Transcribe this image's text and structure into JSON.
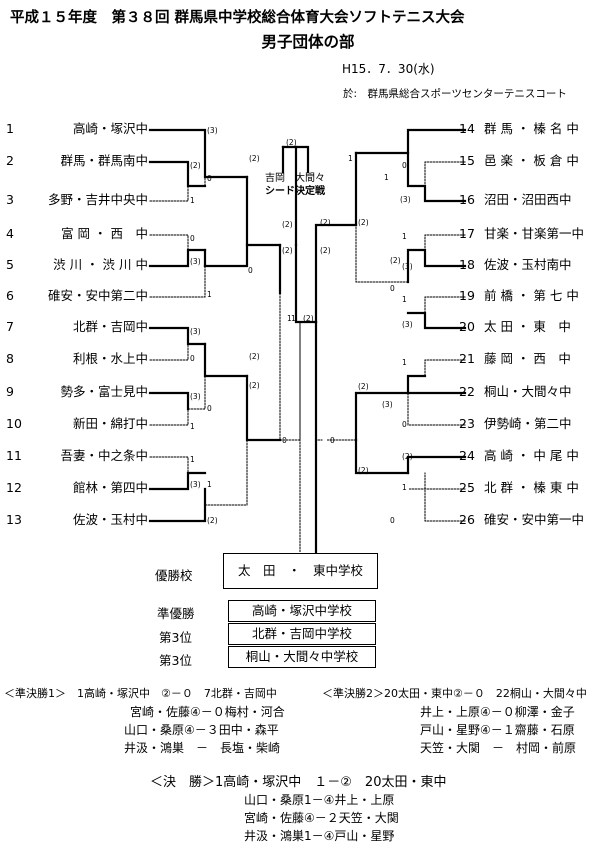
{
  "header": {
    "title": "平成１５年度　第３８回 群馬県中学校総合体育大会ソフトテニス大会",
    "subtitle": "男子団体の部",
    "date": "H15．7．30(水)",
    "venue": "於:　群馬県総合スポーツセンターテニスコート"
  },
  "seed_note": {
    "line1": "吉岡　大間々",
    "line2": "シード決定戦"
  },
  "left_teams": [
    {
      "num": "1",
      "name": "高崎・塚沢中"
    },
    {
      "num": "2",
      "name": "群馬・群馬南中"
    },
    {
      "num": "3",
      "name": "多野・吉井中央中"
    },
    {
      "num": "4",
      "name": "富 岡 ・ 西　中"
    },
    {
      "num": "5",
      "name": "渋 川 ・ 渋 川 中"
    },
    {
      "num": "6",
      "name": "碓安・安中第二中"
    },
    {
      "num": "7",
      "name": "北群・吉岡中"
    },
    {
      "num": "8",
      "name": "利根・水上中"
    },
    {
      "num": "9",
      "name": "勢多・富士見中"
    },
    {
      "num": "10",
      "name": "新田・綿打中"
    },
    {
      "num": "11",
      "name": "吾妻・中之条中"
    },
    {
      "num": "12",
      "name": "館林・第四中"
    },
    {
      "num": "13",
      "name": "佐波・玉村中"
    }
  ],
  "right_teams": [
    {
      "num": "14",
      "name": "群 馬 ・ 榛 名 中"
    },
    {
      "num": "15",
      "name": "邑 楽 ・ 板 倉 中"
    },
    {
      "num": "16",
      "name": "沼田・沼田西中"
    },
    {
      "num": "17",
      "name": "甘楽・甘楽第一中"
    },
    {
      "num": "18",
      "name": "佐波・玉村南中"
    },
    {
      "num": "19",
      "name": "前 橋 ・ 第 七 中"
    },
    {
      "num": "20",
      "name": "太 田 ・ 東　中"
    },
    {
      "num": "21",
      "name": "藤 岡 ・ 西　中"
    },
    {
      "num": "22",
      "name": "桐山・大間々中"
    },
    {
      "num": "23",
      "name": "伊勢崎・第二中"
    },
    {
      "num": "24",
      "name": "高 崎 ・ 中 尾 中"
    },
    {
      "num": "25",
      "name": "北 群 ・ 榛 東 中"
    },
    {
      "num": "26",
      "name": "碓安・安中第一中"
    }
  ],
  "scores": {
    "l1": "(3)",
    "l2a": "(2)",
    "l2b": "0",
    "l3": "1",
    "l2r2": "(2)",
    "l4": "0",
    "l5a": "(3)",
    "l5b": "0",
    "l6": "1",
    "lmid1": "(2)",
    "lmid2": "(2)",
    "l7": "(3)",
    "l8": "0",
    "l7r2": "(2)",
    "l9": "(3)",
    "l10": "0",
    "l9r2": "1",
    "l7r3": "(2)",
    "lq": "0",
    "l11": "1",
    "l12": "(3)",
    "l12r2": "1",
    "l13": "(2)",
    "seedA": "(2)",
    "seedB": "1",
    "cL": "1",
    "cR": "(2)",
    "r14": "1",
    "r15": "0",
    "r16a": "1",
    "r16b": "(3)",
    "r14r2": "(2)",
    "r17": "1",
    "r18": "(3)",
    "r18r2": "(2)",
    "r19": "1",
    "r20": "(3)",
    "r20r2": "0",
    "rmid1": "(2)",
    "rmid2": "(2)",
    "r21": "1",
    "r22": "(3)",
    "r23": "0",
    "r22r2": "(2)",
    "rq": "0",
    "r24": "(2)",
    "r25": "1",
    "r26": "0",
    "r24r2": "(2)"
  },
  "results": {
    "winner_label": "優勝校",
    "winner": "太　田　・　東中学校",
    "runner_label": "準優勝",
    "runner": "高崎・塚沢中学校",
    "third_label": "第3位",
    "third1": "北群・吉岡中学校",
    "third2": "桐山・大間々中学校"
  },
  "semis": {
    "semi1_head": "＜準決勝1＞　1高崎・塚沢中　②－０　7北群・吉岡中",
    "semi1_lines": [
      "宮崎・佐藤④－０梅村・河合",
      "山口・桑原④－３田中・森平",
      "井汲・鴻巣　－　長塩・柴崎"
    ],
    "semi2_head": "＜準決勝2＞20太田・東中②－０　22桐山・大間々中",
    "semi2_lines": [
      "井上・上原④－０柳澤・金子",
      "戸山・星野④－１齋藤・石原",
      "天笠・大関　－　村岡・前原"
    ]
  },
  "final": {
    "head": "＜決　勝＞1高崎・塚沢中　１－②　20太田・東中",
    "lines": [
      "山口・桑原1－④井上・上原",
      "宮崎・佐藤④－２天笠・大関",
      "井汲・鴻巣1－④戸山・星野"
    ]
  }
}
